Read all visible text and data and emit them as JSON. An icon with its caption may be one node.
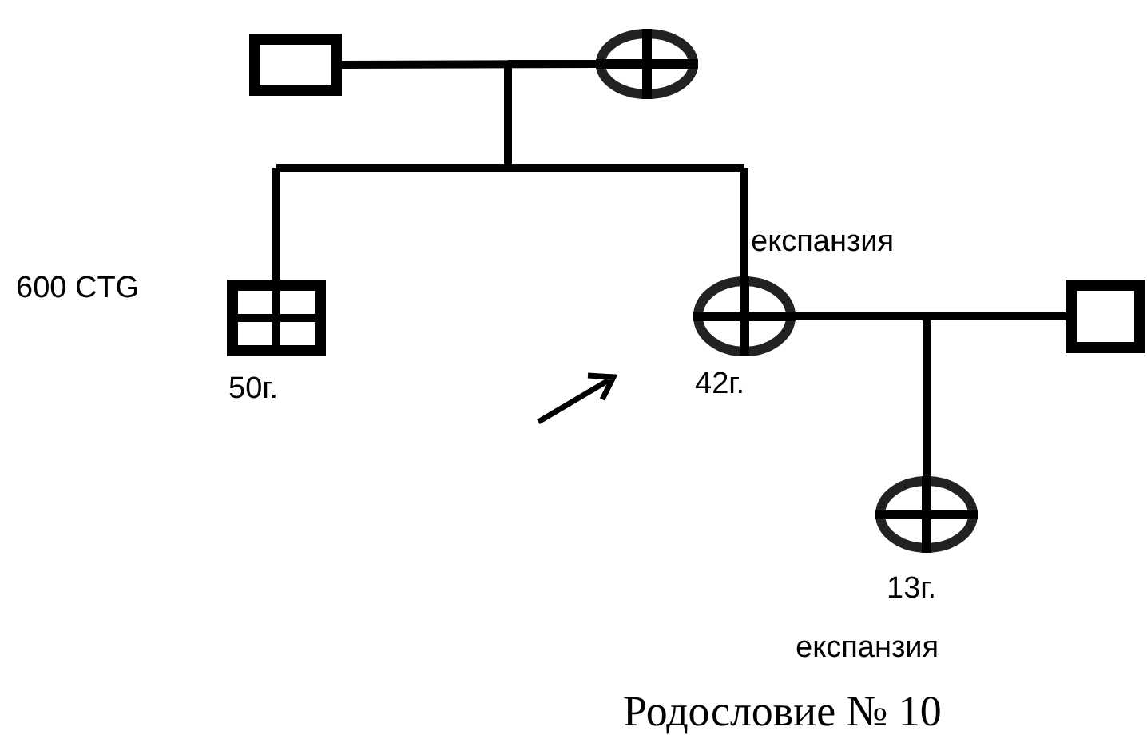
{
  "diagram": {
    "caption": "Родословие № 10",
    "nodes": [
      {
        "text": [],
        "shape": "box"
      },
      {
        "text": [],
        "shape": "circle"
      },
      {
        "text": [],
        "shape": "box",
        "beside": [
          "600 CTG",
          "50г."
        ]
      },
      {
        "text": [],
        "shape": "circle",
        "beside": [
          "експанзия",
          "42г."
        ]
      },
      {
        "text": [],
        "shape": "box"
      },
      {
        "text": [],
        "shape": "circle",
        "beside": [
          "13г.",
          "експанзия"
        ]
      }
    ],
    "edges": [
      {
        "from": 0,
        "to": 1,
        "arrow": "none"
      },
      {
        "from": 0,
        "to": 2,
        "arrow": "none"
      },
      {
        "from": 0,
        "to": 3,
        "arrow": "none"
      },
      {
        "from": 1,
        "to": 2,
        "arrow": "none"
      },
      {
        "from": 1,
        "to": 3,
        "arrow": "none"
      },
      {
        "from": 3,
        "to": 4,
        "arrow": "none"
      },
      {
        "from": 3,
        "to": 5,
        "arrow": "none"
      },
      {
        "from": 4,
        "to": 5,
        "arrow": "none"
      }
    ]
  }
}
